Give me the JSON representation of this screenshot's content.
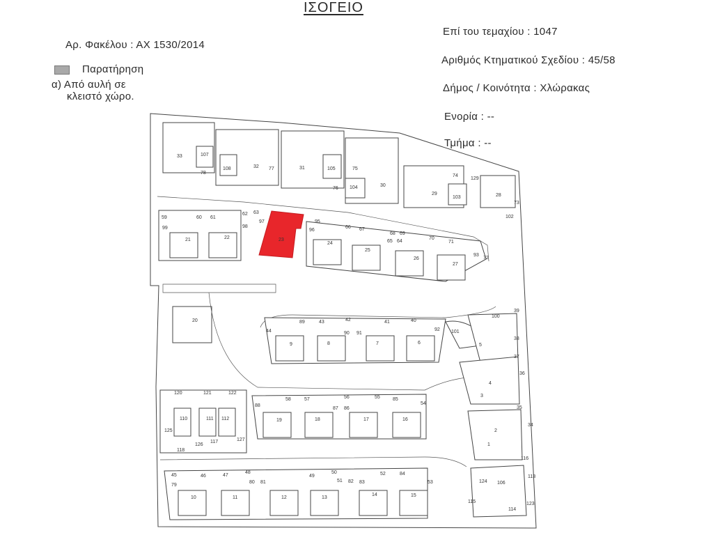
{
  "header": {
    "title": "ΙΣΟΓΕΙΟ",
    "file_no": "Αρ. Φακέλου : ΑΧ 1530/2014",
    "parcel": "Επί του τεμαχίου : 1047",
    "cadastral_plan": "Αριθμός Κτηματικού Σχεδίου : 45/58",
    "municipality": "Δήμος / Κοινότητα : Χλώρακας",
    "neighborhood": "Ενορία : --",
    "block": "Τμήμα : --"
  },
  "legend": {
    "title": "Παρατήρηση",
    "note_line1": "α) Από αυλή σε",
    "note_line2": "κλειστό χώρο.",
    "swatch_color": "#a9a9a9"
  },
  "highlight": {
    "label": "23",
    "color": "#e8262b"
  },
  "units": {
    "row1": [
      "33",
      "107",
      "78",
      "108",
      "32",
      "77",
      "31",
      "105",
      "76",
      "75",
      "104",
      "30",
      "74",
      "129",
      "29",
      "103",
      "28",
      "73",
      "102"
    ],
    "row2": [
      "59",
      "60",
      "61",
      "62",
      "63",
      "99",
      "98",
      "97",
      "21",
      "22",
      "96",
      "95",
      "66",
      "67",
      "68",
      "69",
      "70",
      "71",
      "24",
      "25",
      "65",
      "64",
      "26",
      "27",
      "93",
      "72"
    ],
    "row3": [
      "20",
      "44",
      "89",
      "43",
      "42",
      "41",
      "40",
      "92",
      "9",
      "8",
      "90",
      "91",
      "7",
      "6",
      "101",
      "100",
      "39",
      "38",
      "37",
      "36",
      "5",
      "4",
      "3"
    ],
    "row4": [
      "120",
      "121",
      "122",
      "88",
      "58",
      "57",
      "56",
      "55",
      "54",
      "110",
      "111",
      "112",
      "87",
      "86",
      "85",
      "19",
      "18",
      "17",
      "16",
      "125",
      "126",
      "117",
      "118",
      "127",
      "35",
      "34",
      "2",
      "1"
    ],
    "row5": [
      "45",
      "46",
      "47",
      "48",
      "49",
      "50",
      "51",
      "52",
      "53",
      "79",
      "80",
      "81",
      "82",
      "83",
      "84",
      "10",
      "11",
      "12",
      "13",
      "14",
      "15",
      "116",
      "124",
      "106",
      "113",
      "115",
      "114",
      "123"
    ]
  }
}
